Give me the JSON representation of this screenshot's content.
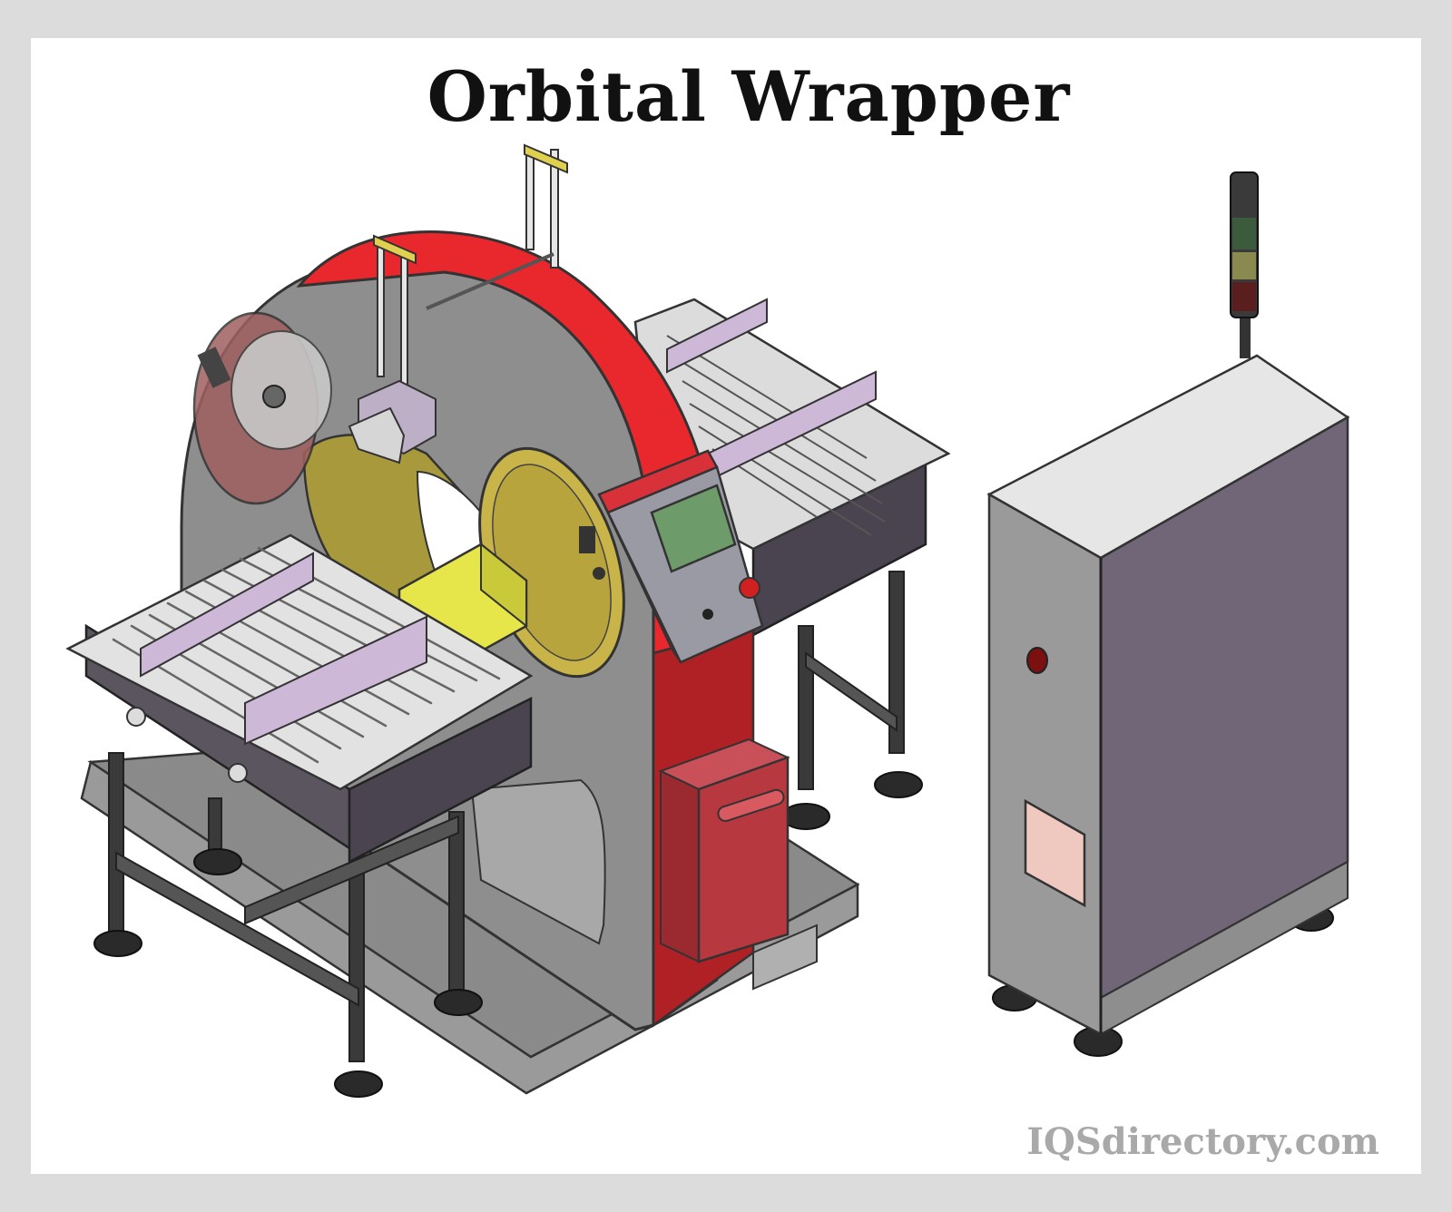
{
  "title": "Orbital Wrapper",
  "watermark": "IQSdirectory.com",
  "colors": {
    "ring_red": "#e8282c",
    "frame_gray": "#8e8e8e",
    "roller_steel": "#b8b8b8",
    "guide_lilac": "#cdb8d8",
    "film_yellow": "#c9b449",
    "cabinet_purple": "#716578",
    "screen_green": "#6d9b6a"
  },
  "components": {
    "orbital_ring": "ring",
    "infeed_conveyor": "roller-conveyor",
    "outfeed_conveyor": "roller-conveyor",
    "control_panel": "hmi-screen",
    "control_cabinet": "electrical-cabinet",
    "stack_light": "signal-tower",
    "film_roll": "film-reel"
  }
}
